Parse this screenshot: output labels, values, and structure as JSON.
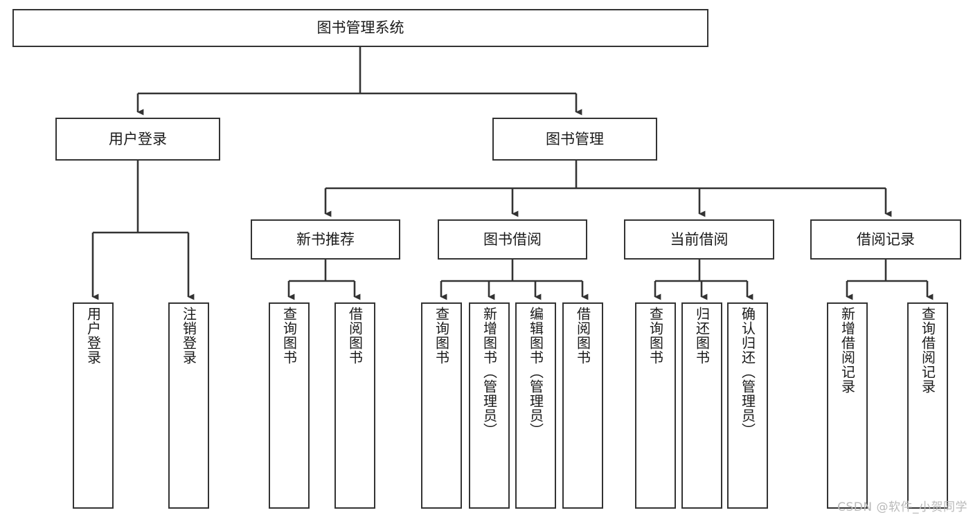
{
  "diagram": {
    "title": "图书管理系统",
    "type": "tree-hierarchy-chart",
    "colors": {
      "box_border": "#333333",
      "box_fill": "#ffffff",
      "connector": "#333333",
      "text": "#1a1a1a",
      "watermark": "#b9b9b9",
      "background": "#ffffff"
    },
    "nodes": {
      "root": {
        "label": "图书管理系统"
      },
      "level1": [
        {
          "label": "用户登录"
        },
        {
          "label": "图书管理"
        }
      ],
      "level2": [
        {
          "label": "新书推荐"
        },
        {
          "label": "图书借阅"
        },
        {
          "label": "当前借阅"
        },
        {
          "label": "借阅记录"
        }
      ],
      "leaves": {
        "user_login": [
          {
            "label": "用户登录"
          },
          {
            "label": "注销登录"
          }
        ],
        "new_book_recommend": [
          {
            "label": "查询图书"
          },
          {
            "label": "借阅图书"
          }
        ],
        "book_borrow": [
          {
            "label": "查询图书"
          },
          {
            "label": "新增图书（管理员）"
          },
          {
            "label": "编辑图书（管理员）"
          },
          {
            "label": "借阅图书"
          }
        ],
        "current_borrow": [
          {
            "label": "查询图书"
          },
          {
            "label": "归还图书"
          },
          {
            "label": "确认归还（管理员）"
          }
        ],
        "borrow_record": [
          {
            "label": "新增借阅记录"
          },
          {
            "label": "查询借阅记录"
          }
        ]
      }
    },
    "watermark": "CSDN @软件_小贺同学"
  }
}
